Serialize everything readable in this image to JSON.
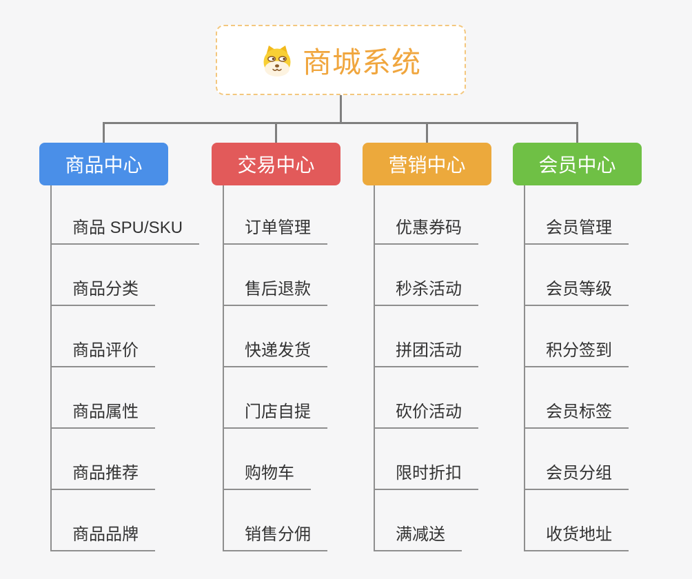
{
  "page": {
    "background_color": "#f6f6f7",
    "connector_color": "#7f7f7f",
    "underline_color": "#8e8e8e",
    "item_text_color": "#333333"
  },
  "root": {
    "title": "商城系统",
    "title_color": "#f0a63e",
    "border_color": "#f3c77e",
    "icon": "dog-face-icon"
  },
  "branches": [
    {
      "label": "商品中心",
      "color": "#4a8fe8",
      "items": [
        "商品 SPU/SKU",
        "商品分类",
        "商品评价",
        "商品属性",
        "商品推荐",
        "商品品牌"
      ]
    },
    {
      "label": "交易中心",
      "color": "#e25a5a",
      "items": [
        "订单管理",
        "售后退款",
        "快递发货",
        "门店自提",
        "购物车",
        "销售分佣"
      ]
    },
    {
      "label": "营销中心",
      "color": "#eca93c",
      "items": [
        "优惠券码",
        "秒杀活动",
        "拼团活动",
        "砍价活动",
        "限时折扣",
        "满减送"
      ]
    },
    {
      "label": "会员中心",
      "color": "#6fc045",
      "items": [
        "会员管理",
        "会员等级",
        "积分签到",
        "会员标签",
        "会员分组",
        "收货地址"
      ]
    }
  ]
}
